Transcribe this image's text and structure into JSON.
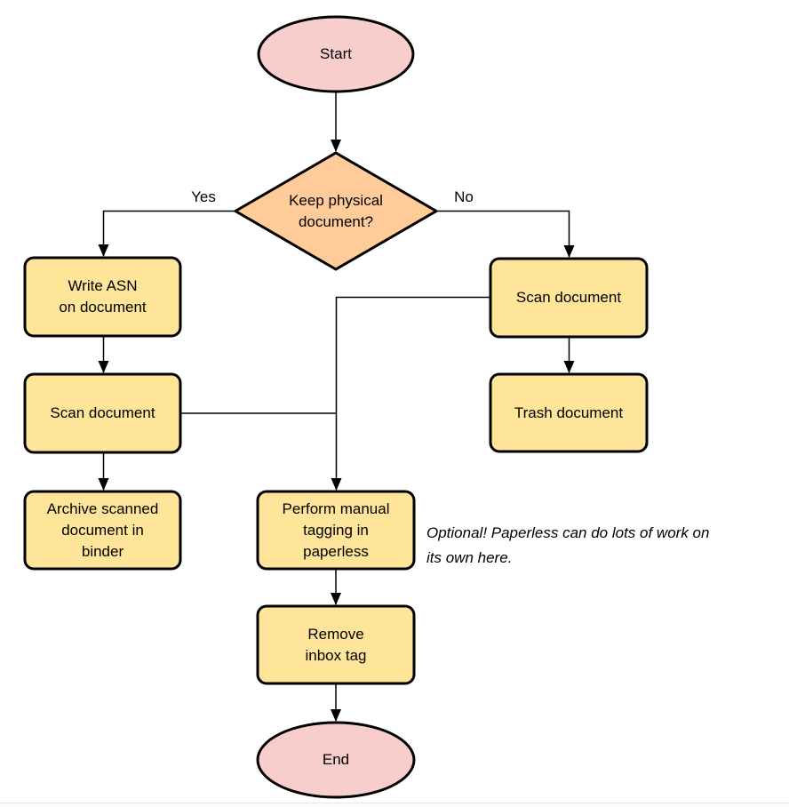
{
  "diagram": {
    "type": "flowchart",
    "nodes": {
      "start": {
        "shape": "terminator-ellipse",
        "label": "Start",
        "fill": "#F8CECC"
      },
      "keep_physical_document": {
        "shape": "decision-diamond",
        "label": "Keep physical\ndocument?",
        "fill": "#FFCC99"
      },
      "write_asn_on_document": {
        "shape": "process",
        "label": "Write ASN\non document",
        "fill": "#FFE599"
      },
      "scan_document_left": {
        "shape": "process",
        "label": "Scan document",
        "fill": "#FFE599"
      },
      "archive_scanned_document": {
        "shape": "process",
        "label": "Archive scanned\ndocument in\nbinder",
        "fill": "#FFE599"
      },
      "scan_document_right": {
        "shape": "process",
        "label": "Scan document",
        "fill": "#FFE599"
      },
      "trash_document": {
        "shape": "process",
        "label": "Trash document",
        "fill": "#FFE599"
      },
      "perform_manual_tagging": {
        "shape": "process",
        "label": "Perform manual\ntagging in\npaperless",
        "fill": "#FFE599"
      },
      "remove_inbox_tag": {
        "shape": "process",
        "label": "Remove\ninbox tag",
        "fill": "#FFE599"
      },
      "end": {
        "shape": "terminator-ellipse",
        "label": "End",
        "fill": "#F8CECC"
      }
    },
    "edges": [
      {
        "from": "start",
        "to": "keep_physical_document",
        "label": ""
      },
      {
        "from": "keep_physical_document",
        "to": "write_asn_on_document",
        "label": "Yes"
      },
      {
        "from": "keep_physical_document",
        "to": "scan_document_right",
        "label": "No"
      },
      {
        "from": "write_asn_on_document",
        "to": "scan_document_left",
        "label": ""
      },
      {
        "from": "scan_document_left",
        "to": "perform_manual_tagging",
        "label": ""
      },
      {
        "from": "scan_document_right",
        "to": "trash_document",
        "label": ""
      },
      {
        "from": "scan_document_right",
        "to": "perform_manual_tagging",
        "label": ""
      },
      {
        "from": "perform_manual_tagging",
        "to": "remove_inbox_tag",
        "label": ""
      },
      {
        "from": "remove_inbox_tag",
        "to": "end",
        "label": ""
      }
    ],
    "annotation": {
      "text": "Optional! Paperless can do lots of work on\nits own here.",
      "style": "italic"
    },
    "colors": {
      "terminator_fill": "#F8CECC",
      "decision_fill": "#FFCC99",
      "process_fill": "#FFE599",
      "stroke": "#000000"
    }
  }
}
